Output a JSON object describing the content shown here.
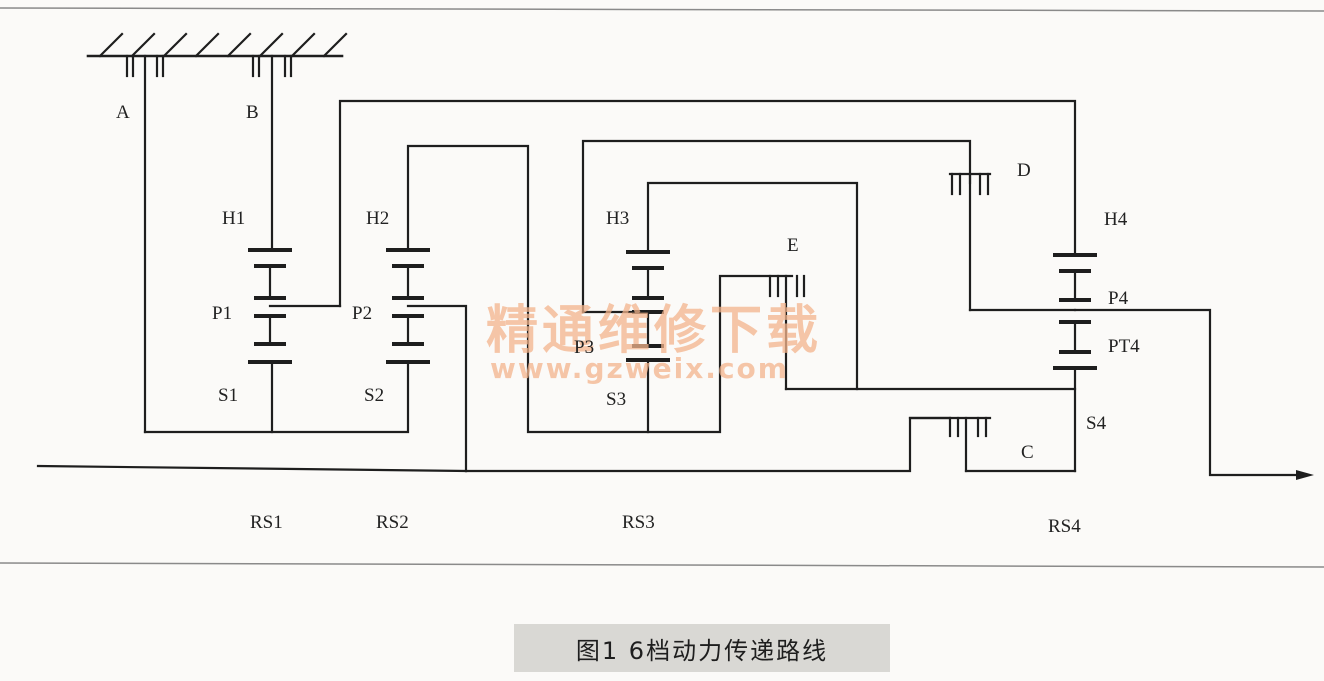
{
  "labels": {
    "A": "A",
    "B": "B",
    "C": "C",
    "D": "D",
    "E": "E",
    "H1": "H1",
    "H2": "H2",
    "H3": "H3",
    "H4": "H4",
    "P1": "P1",
    "P2": "P2",
    "P3": "P3",
    "P4": "P4",
    "PT4": "PT4",
    "S1": "S1",
    "S2": "S2",
    "S3": "S3",
    "S4": "S4",
    "RS1": "RS1",
    "RS2": "RS2",
    "RS3": "RS3",
    "RS4": "RS4"
  },
  "watermark": {
    "text": "精通维修下载",
    "url": "www.gzweix.com"
  },
  "caption": "图1 6档动力传递路线",
  "colors": {
    "line": "#1e1e1e",
    "watermark": "#f3b48c",
    "caption_bg": "#d9d8d4",
    "page": "#fbfaf8"
  }
}
